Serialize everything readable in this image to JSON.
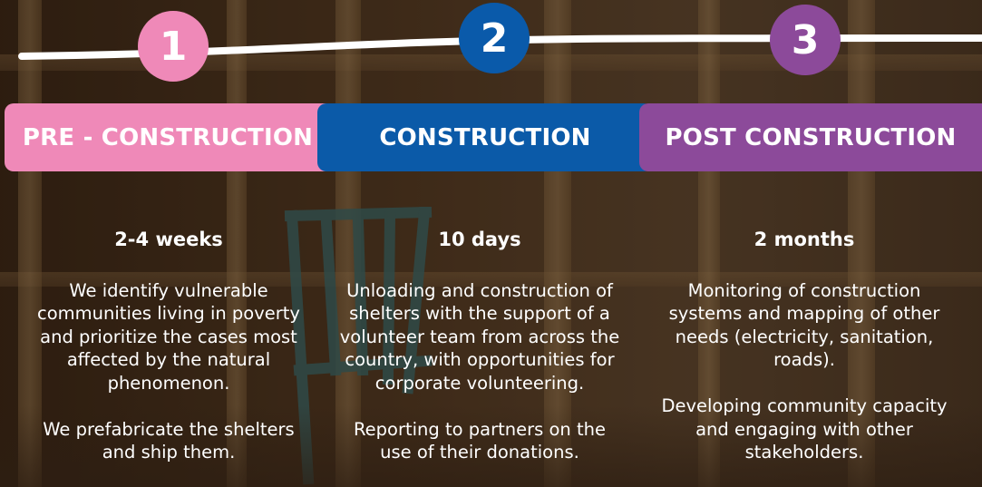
{
  "steps": [
    {
      "number": "1",
      "tab_label": "PRE - CONSTRUCTION",
      "duration": "2-4 weeks",
      "paragraphs": [
        "We identify vulnerable communities living in poverty and prioritize the cases most affected by the natural phenomenon.",
        "We prefabricate the shelters and ship them."
      ],
      "color": "#ef89b8"
    },
    {
      "number": "2",
      "tab_label": "CONSTRUCTION",
      "duration": "10 days",
      "paragraphs": [
        "Unloading and construction of shelters with the support of a volunteer team from across the country, with opportunities for corporate volunteering.",
        "Reporting to partners on the use of their donations."
      ],
      "color": "#0b5aa8"
    },
    {
      "number": "3",
      "tab_label": "POST CONSTRUCTION",
      "duration": "2 months",
      "paragraphs": [
        "Monitoring of construction systems and mapping of other needs (electricity, sanitation, roads).",
        "Developing community capacity and engaging with other stakeholders."
      ],
      "color": "#8c4a9a"
    }
  ]
}
